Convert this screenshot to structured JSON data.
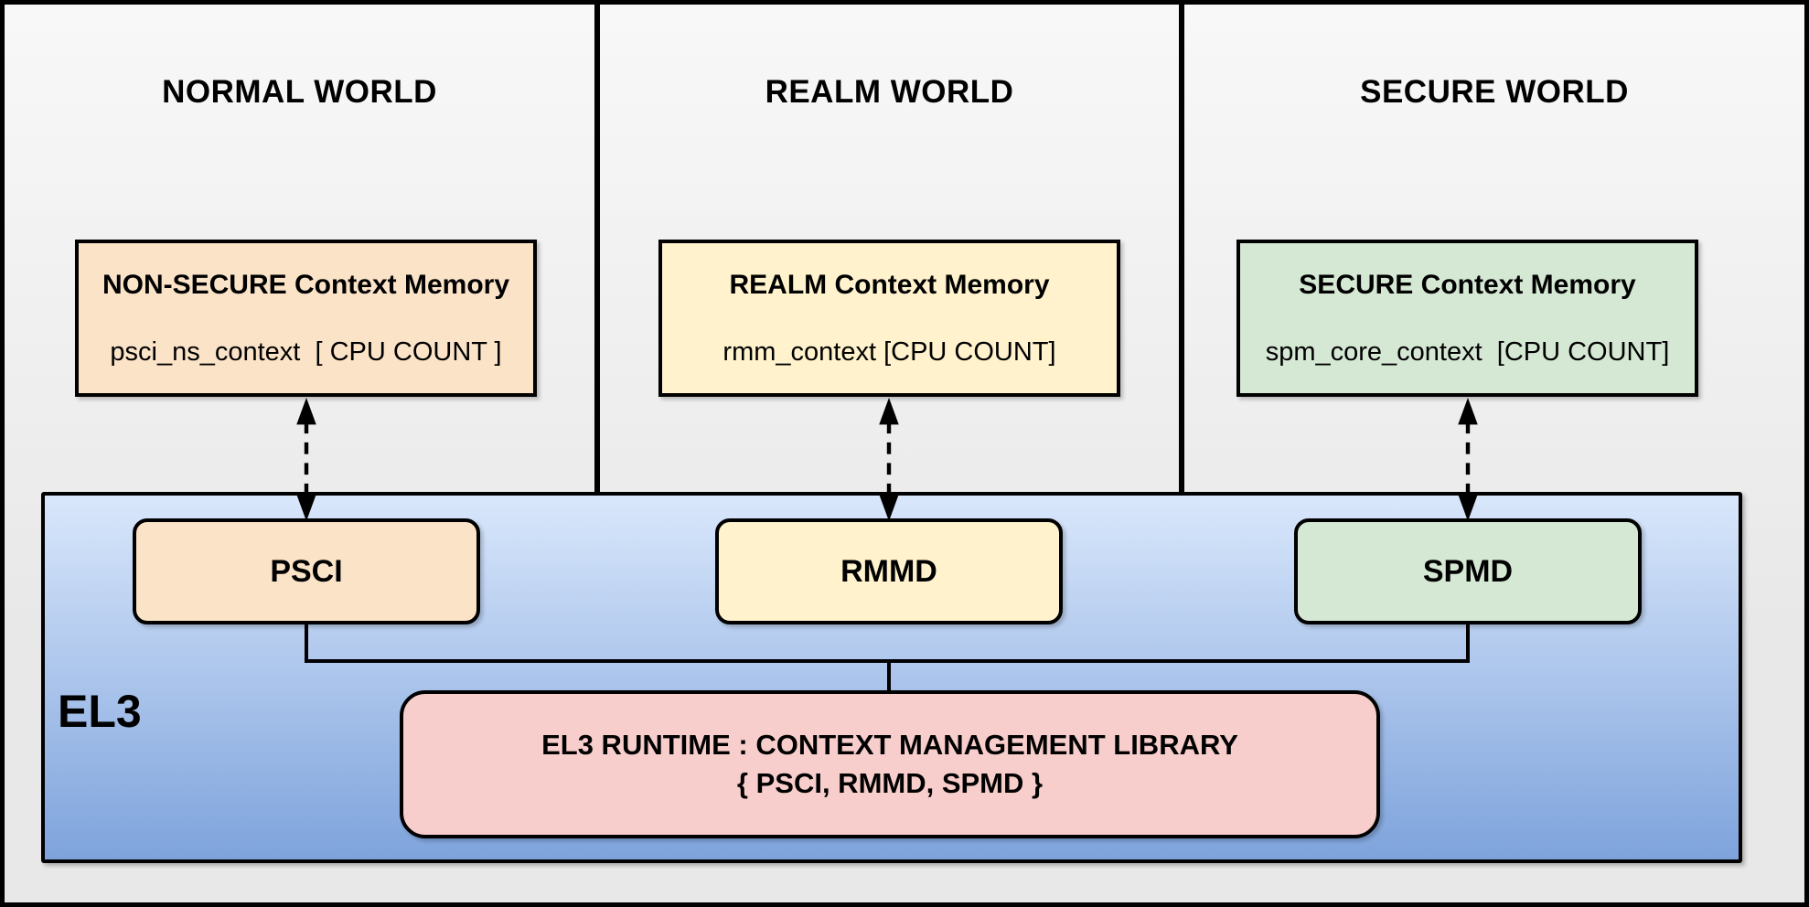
{
  "colors": {
    "line": "#000000",
    "canvas_bg_top": "#f8f8f8",
    "canvas_bg_bottom": "#e8e8e8",
    "peach": "#fbe3c8",
    "yellow": "#fff2cc",
    "green": "#d5e8d4",
    "pink": "#f8cecc",
    "blue_top": "#d9e7fb",
    "blue_bottom": "#7ea3dc"
  },
  "worlds": [
    {
      "title": "NORMAL WORLD",
      "memory": {
        "title": "NON-SECURE Context Memory",
        "value": "psci_ns_context  [ CPU COUNT ]"
      },
      "dispatcher": "PSCI"
    },
    {
      "title": "REALM WORLD",
      "memory": {
        "title": "REALM Context Memory",
        "value": "rmm_context [CPU COUNT]"
      },
      "dispatcher": "RMMD"
    },
    {
      "title": "SECURE WORLD",
      "memory": {
        "title": "SECURE Context Memory",
        "value": "spm_core_context  [CPU COUNT]"
      },
      "dispatcher": "SPMD"
    }
  ],
  "el3": {
    "label": "EL3",
    "runtime_line1": "EL3 RUNTIME : CONTEXT MANAGEMENT LIBRARY",
    "runtime_line2": "{ PSCI, RMMD, SPMD }"
  }
}
